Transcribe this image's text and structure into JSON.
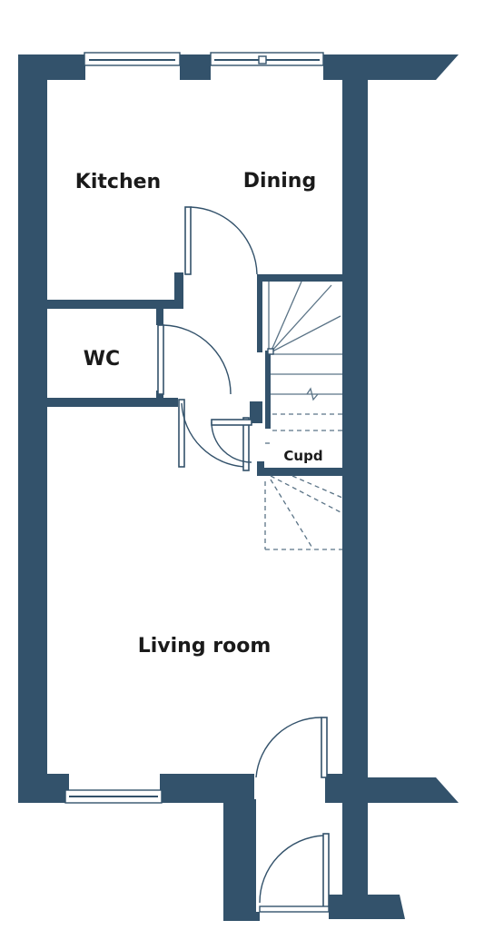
{
  "floorplan": {
    "rooms": [
      {
        "id": "kitchen",
        "label": "Kitchen"
      },
      {
        "id": "dining",
        "label": "Dining"
      },
      {
        "id": "wc",
        "label": "WC"
      },
      {
        "id": "cupboard",
        "label": "Cupd"
      },
      {
        "id": "living",
        "label": "Living room"
      }
    ],
    "colors": {
      "wall": "#33526b",
      "background": "#ffffff",
      "label": "#1a1a1a"
    }
  }
}
